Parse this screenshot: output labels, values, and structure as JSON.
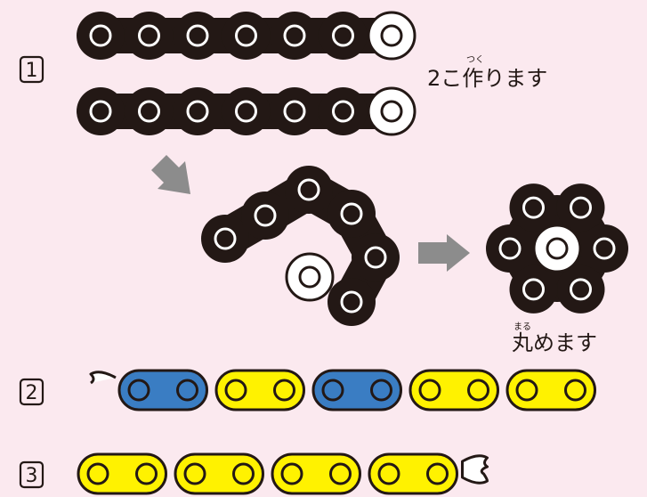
{
  "steps": [
    {
      "number": "1"
    },
    {
      "number": "2"
    },
    {
      "number": "3"
    }
  ],
  "step1": {
    "caption_prefix": "2こ",
    "caption_kanji": "作",
    "caption_suffix": "ります",
    "caption_ruby": "つく",
    "chain_count": 2,
    "black_links_per_chain": 6,
    "white_end_links": 1
  },
  "ring": {
    "caption_kanji": "丸",
    "caption_suffix": "めます",
    "caption_ruby": "まる",
    "outer_links": 6,
    "center_links": 1
  },
  "chain2": {
    "links": [
      "blue",
      "yellow",
      "blue",
      "yellow",
      "yellow"
    ],
    "open_end": "left"
  },
  "chain3": {
    "links": [
      "yellow",
      "yellow",
      "yellow",
      "yellow"
    ],
    "open_end": "right"
  },
  "colors": {
    "black": "#231815",
    "white": "#ffffff",
    "blue": "#3a7dc3",
    "yellow": "#fff200",
    "arrow": "#8c8c8c",
    "background": "#fbe9ef"
  }
}
